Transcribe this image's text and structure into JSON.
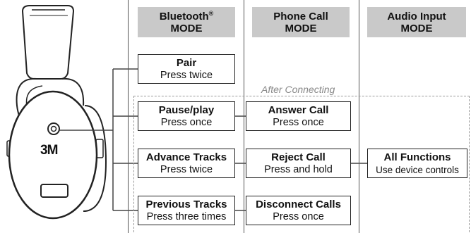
{
  "headers": {
    "bluetooth": {
      "line1": "Bluetooth",
      "sup": "®",
      "line2": "MODE"
    },
    "phone": {
      "line1": "Phone Call",
      "line2": "MODE"
    },
    "audio": {
      "line1": "Audio Input",
      "line2": "MODE"
    }
  },
  "after_connecting": "After Connecting",
  "brand": "3M",
  "bluetooth_actions": [
    {
      "title": "Pair",
      "sub": "Press twice"
    },
    {
      "title": "Pause/play",
      "sub": "Press once"
    },
    {
      "title": "Advance Tracks",
      "sub": "Press twice"
    },
    {
      "title": "Previous Tracks",
      "sub": "Press three times"
    }
  ],
  "phone_actions": [
    {
      "title": "Answer Call",
      "sub": "Press once"
    },
    {
      "title": "Reject Call",
      "sub": "Press and hold"
    },
    {
      "title": "Disconnect Calls",
      "sub": "Press once"
    }
  ],
  "audio_actions": [
    {
      "title": "All Functions",
      "sub": "Use device controls"
    }
  ]
}
